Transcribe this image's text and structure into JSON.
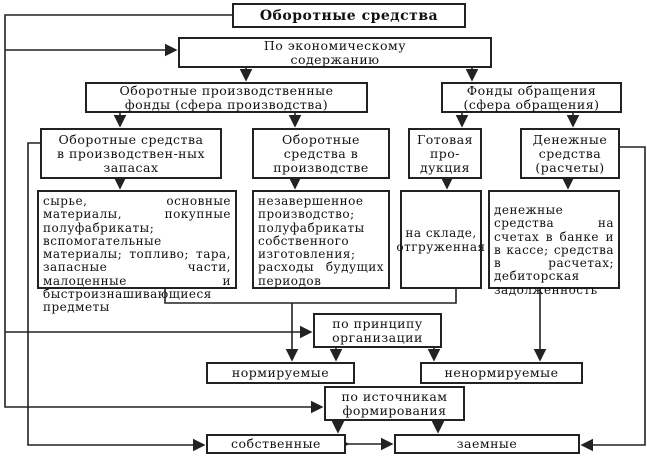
{
  "title": "Оборотные средства",
  "economic": "По экономическому содержанию",
  "production_funds": "Оборотные производственные фонды (сфера производства)",
  "circulation_funds": "Фонды обращения (сфера обращения)",
  "cat_a": "Оборотные средства в производствен-ных запасах",
  "cat_b": "Оборотные средства в производстве",
  "cat_c": "Готовая про-дукция",
  "cat_d": "Денежные средства (расчеты)",
  "det_a": "сырье, основные материалы, покупные полуфабрикаты; вспомогательные материалы; топливо; тара, запасные части, малоценные и быстроизнашивающиеся предметы",
  "det_b": "незавершенное производство; полуфабрикаты собственного изготовления; расходы будущих периодов",
  "det_c": "на складе, отгруженная",
  "det_d": "денежные средства на счетах в банке и в кассе; средства в расчетах; дебиторская задолженность",
  "principle": "по принципу организации",
  "normed": "нормируемые",
  "unnormed": "ненормируемые",
  "sources": "по источникам формирования",
  "own": "собственные",
  "borrowed": "заемные"
}
